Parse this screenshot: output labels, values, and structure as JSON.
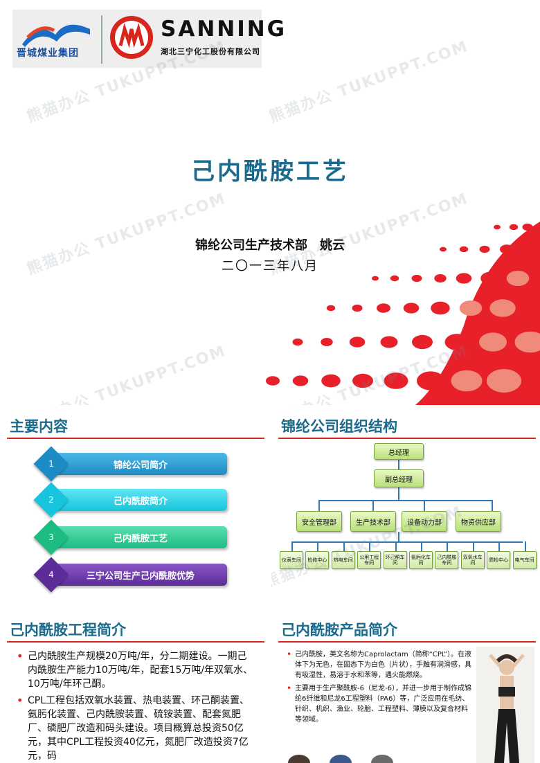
{
  "title_slide": {
    "logo_left_text": "晋城煤业集团",
    "logo_right_name": "SANNING",
    "logo_right_sub": "湖北三宁化工股份有限公司",
    "title": "己内酰胺工艺",
    "presenter": "锦纶公司生产技术部　姚云",
    "date": "二〇一三年八月"
  },
  "watermark_text": "熊猫办公 TUKUPPT.COM",
  "agenda": {
    "title": "主要内容",
    "items": [
      {
        "num": "1",
        "label": "锦纶公司简介",
        "color": "#2a9fd6"
      },
      {
        "num": "2",
        "label": "己内酰胺简介",
        "color": "#22d3e6"
      },
      {
        "num": "3",
        "label": "己内酰胺工艺",
        "color": "#22c98e"
      },
      {
        "num": "4",
        "label": "三宁公司生产己内酰胺优势",
        "color": "#6b35a8"
      }
    ]
  },
  "org": {
    "title": "锦纶公司组织结构",
    "top": "总经理",
    "deputy": "副总经理",
    "departments": [
      "安全管理部",
      "生产技术部",
      "设备动力部",
      "物资供应部"
    ],
    "units": [
      "仪表车间",
      "检修中心",
      "热电车间",
      "公用工程车间",
      "环己酮车间",
      "氨肟化车间",
      "己内酰胺车间",
      "双氧水车间",
      "质检中心",
      "电气车间"
    ]
  },
  "engineering": {
    "title": "己内酰胺工程简介",
    "bullets": [
      "己内酰胺生产规模20万吨/年，分二期建设。一期己内酰胺生产能力10万吨/年，配套15万吨/年双氧水、10万吨/年环己酮。",
      "CPL工程包括双氧水装置、热电装置、环己酮装置、氨肟化装置、己内酰胺装置、硫铵装置、配套氮肥厂、磷肥厂改造和码头建设。项目概算总投资50亿元，其中CPL工程投资40亿元，氮肥厂改造投资7亿元，码"
    ]
  },
  "product": {
    "title": "己内酰胺产品简介",
    "bullets": [
      "己内酰胺，英文名称为Caprolactam（简称“CPL”）。在液体下为无色，在固态下为白色（片状），手触有润滑感，具有吸湿性，易溶于水和苯等，遇火能燃烧。",
      "主要用于生产聚酰胺-6（尼龙-6），并进一步用于制作成锦纶6纤维和尼龙6工程塑料（PA6）等，广泛应用在毛纺、针织、机织、渔业、轮胎、工程塑料、薄膜以及复合材料等领域。"
    ]
  },
  "colors": {
    "accent_red": "#d9261c",
    "title_teal": "#1b6a8c",
    "dot_red": "#e8202a",
    "dot_salmon": "#f08a7a"
  }
}
